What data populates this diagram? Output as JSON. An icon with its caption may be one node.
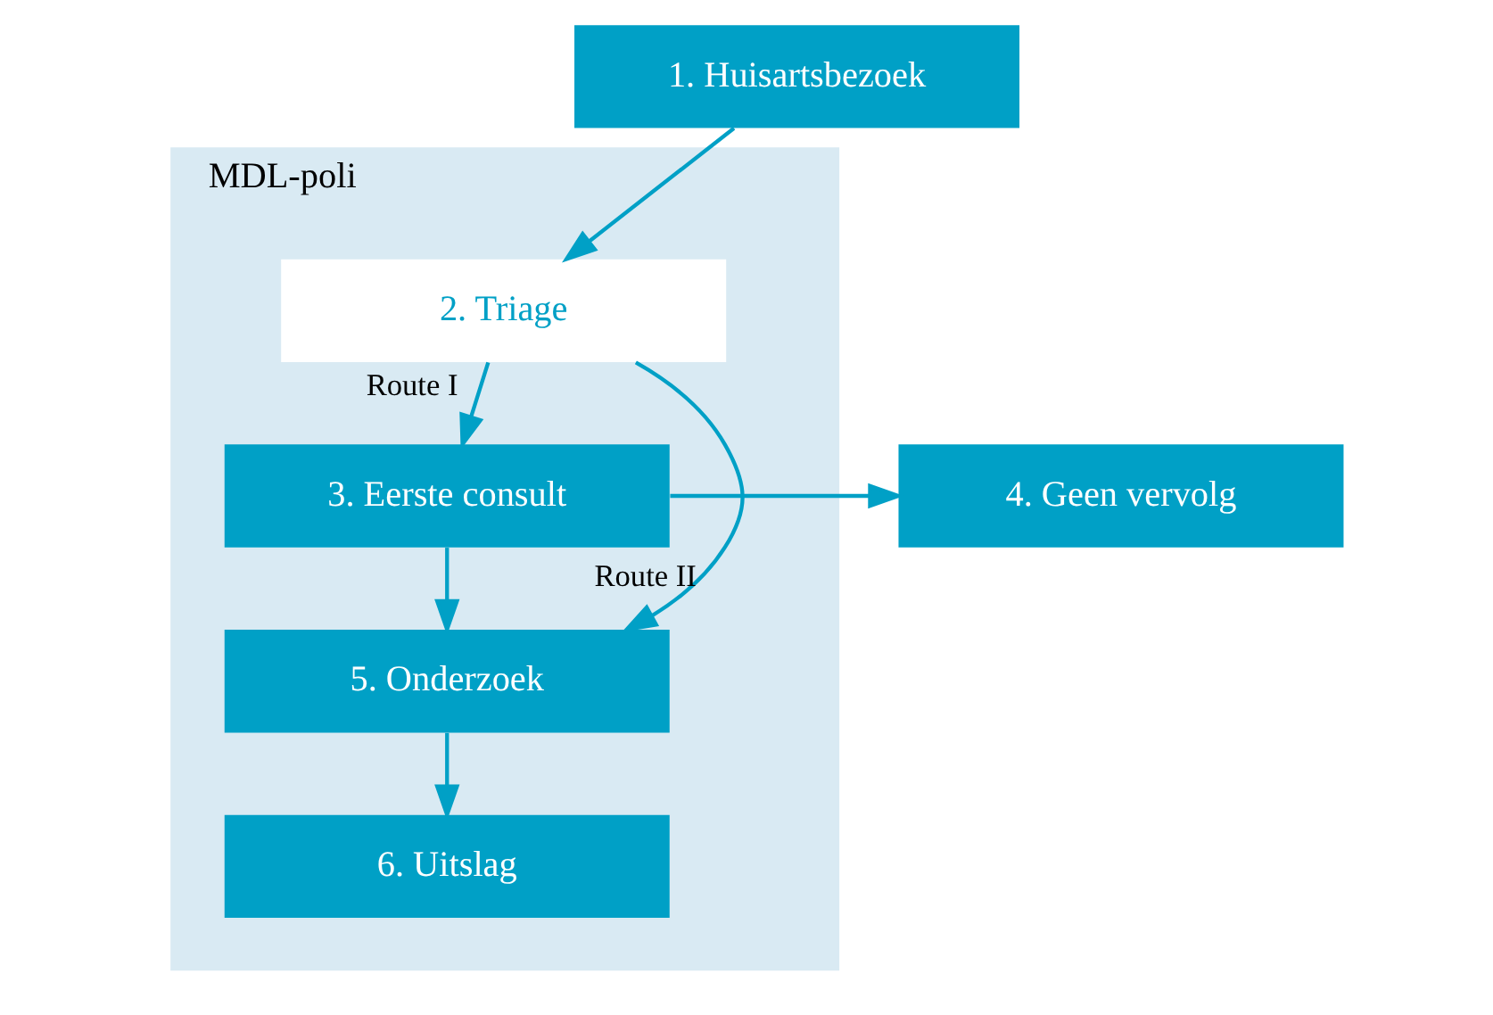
{
  "diagram": {
    "nodes": [
      {
        "text": [
          "1. Huisartsbezoek"
        ]
      },
      {
        "text": [
          "MDL-poli"
        ]
      },
      {
        "text": [
          "2. Triage"
        ],
        "in": 1
      },
      {
        "text": [
          "3. Eerste consult"
        ],
        "in": 1
      },
      {
        "text": [
          "4. Geen vervolg"
        ]
      },
      {
        "text": [
          "5. Onderzoek"
        ],
        "in": 1
      },
      {
        "text": [
          "6. Uitslag"
        ],
        "in": 1
      }
    ],
    "edges": [
      {
        "from": 0,
        "to": 2,
        "arrow": "to"
      },
      {
        "from": 2,
        "to": 3,
        "arrow": "to",
        "label": "Route I"
      },
      {
        "from": 3,
        "to": 4,
        "arrow": "to"
      },
      {
        "from": 3,
        "to": 5,
        "arrow": "to"
      },
      {
        "from": 2,
        "to": 5,
        "arrow": "to",
        "label": "Route II"
      },
      {
        "from": 5,
        "to": 6,
        "arrow": "to"
      }
    ]
  }
}
